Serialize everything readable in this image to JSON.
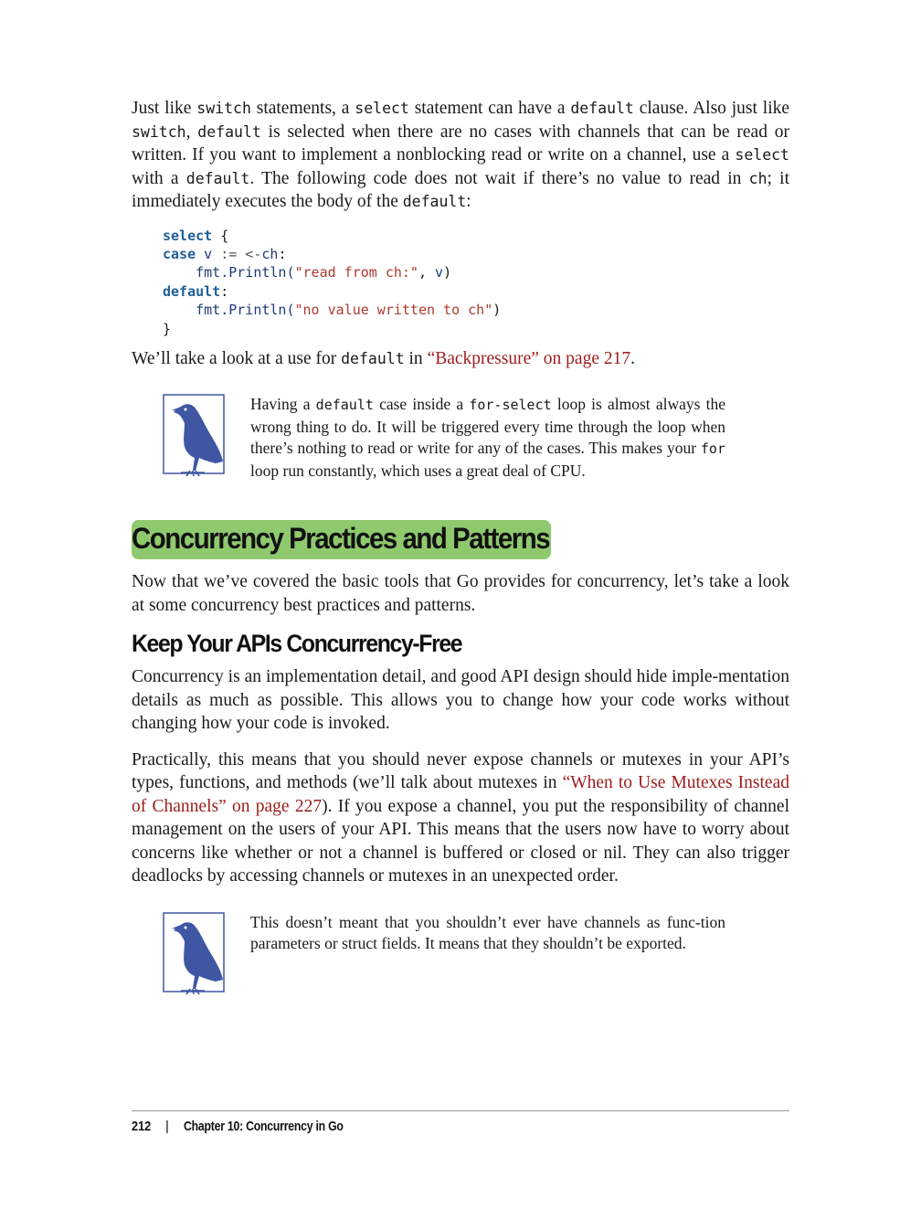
{
  "para1": {
    "t1": "Just like ",
    "c1": "switch",
    "t2": " statements, a ",
    "c2": "select",
    "t3": " statement can have a ",
    "c3": "default",
    "t4": " clause. Also just like ",
    "c4": "switch",
    "t5": ", ",
    "c5": "default",
    "t6": " is selected when there are no cases with channels that can be read or written. If you want to implement a nonblocking read or write on a channel, use a ",
    "c6": "select",
    "t7": " with a ",
    "c7": "default",
    "t8": ". The following code does not wait if there’s no value to read in ",
    "c8": "ch",
    "t9": "; it immediately executes the body of the ",
    "c9": "default",
    "t10": ":"
  },
  "code": {
    "l1_kw": "select",
    "l1_rest": " {",
    "l2_kw": "case",
    "l2_v": " v",
    "l2_op": " := <-",
    "l2_ch": "ch",
    "l2_end": ":",
    "l3_pre": "    fmt.Println(",
    "l3_str": "\"read from ch:\"",
    "l3_mid": ", ",
    "l3_v": "v",
    "l3_end": ")",
    "l4_kw": "default",
    "l4_end": ":",
    "l5_pre": "    fmt.Println(",
    "l5_str": "\"no value written to ch\"",
    "l5_end": ")",
    "l6": "}"
  },
  "para2": {
    "t1": "We’ll take a look at a use for ",
    "c1": "default",
    "t2": " in ",
    "link": "“Backpressure” on page 217",
    "t3": "."
  },
  "note1": {
    "t1": "Having a ",
    "c1": "default",
    "t2": " case inside a ",
    "c2": "for-select",
    "t3": " loop is almost always the wrong thing to do. It will be triggered every time through the loop when there’s nothing to read or write for any of the cases. This makes your ",
    "c3": "for",
    "t4": " loop run constantly, which uses a great deal of CPU."
  },
  "section_title": "Concurrency Practices and Patterns",
  "para3": "Now that we’ve covered the basic tools that Go provides for concurrency, let’s take a look at some concurrency best practices and patterns.",
  "subsection_title": "Keep Your APIs Concurrency-Free",
  "para4": "Concurrency is an implementation detail, and good API design should hide imple-­mentation details as much as possible. This allows you to change how your code works without changing how your code is invoked.",
  "para5": {
    "t1": "Practically, this means that you should never expose channels or mutexes in your API’s types, functions, and methods (we’ll talk about mutexes in ",
    "link": "“When to Use Mutexes Instead of Channels” on page 227",
    "t2": "). If you expose a channel, you put the responsibility of channel management on the users of your API. This means that the users now have to worry about concerns like whether or not a channel is buffered or closed or nil. They can also trigger deadlocks by accessing channels or mutexes in an unexpected order."
  },
  "note2": "This doesn’t meant that you shouldn’t ever have channels as func-­tion parameters or struct fields. It means that they shouldn’t be exported.",
  "footer": {
    "page_number": "212",
    "separator": "|",
    "chapter": "Chapter 10: Concurrency in Go"
  },
  "icons": {
    "note_icon": "bird-note-icon"
  },
  "colors": {
    "link": "#9b1c1c",
    "highlight": "#8fc96e",
    "note_icon": "#3f57a3",
    "keyword": "#1f5f99",
    "string": "#b03a2e"
  }
}
